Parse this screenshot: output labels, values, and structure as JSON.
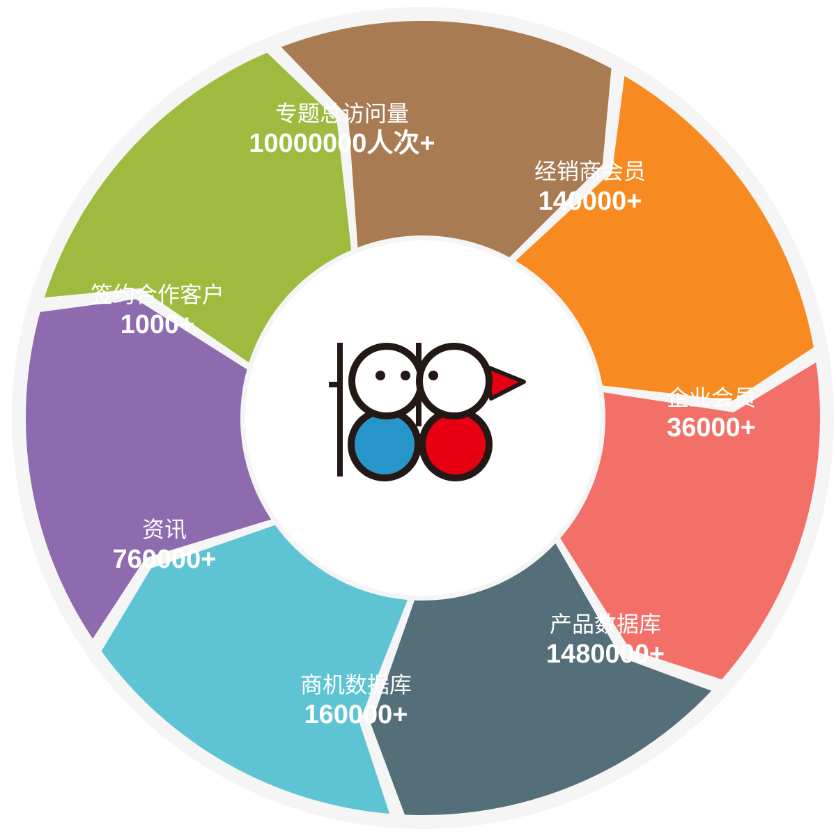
{
  "colors": {
    "ring_shadow": "#f5f5f5",
    "center_bg": "#ffffff"
  },
  "segments": [
    {
      "id": "topic-visits",
      "title": "专题总访问量",
      "value": "10000000人次+",
      "color": "#a87b53"
    },
    {
      "id": "dealer-members",
      "title": "经销商会员",
      "value": "140000+",
      "color": "#f78a20"
    },
    {
      "id": "enterprise",
      "title": "企业会员",
      "value": "36000+",
      "color": "#f27068"
    },
    {
      "id": "product-db",
      "title": "产品数据库",
      "value": "1480000+",
      "color": "#546e7a"
    },
    {
      "id": "business-db",
      "title": "商机数据库",
      "value": "160000+",
      "color": "#5ec4d3"
    },
    {
      "id": "news",
      "title": "资讯",
      "value": "760000+",
      "color": "#8e6aae"
    },
    {
      "id": "clients",
      "title": "签约合作客户",
      "value": "1000+",
      "color": "#9fbb3f"
    }
  ],
  "logo": {
    "icon": "bird-eyes-logo-icon",
    "left_circle_color": "#2795c9",
    "right_circle_color": "#e60012",
    "beak_color": "#e60012",
    "outline_color": "#231815"
  }
}
